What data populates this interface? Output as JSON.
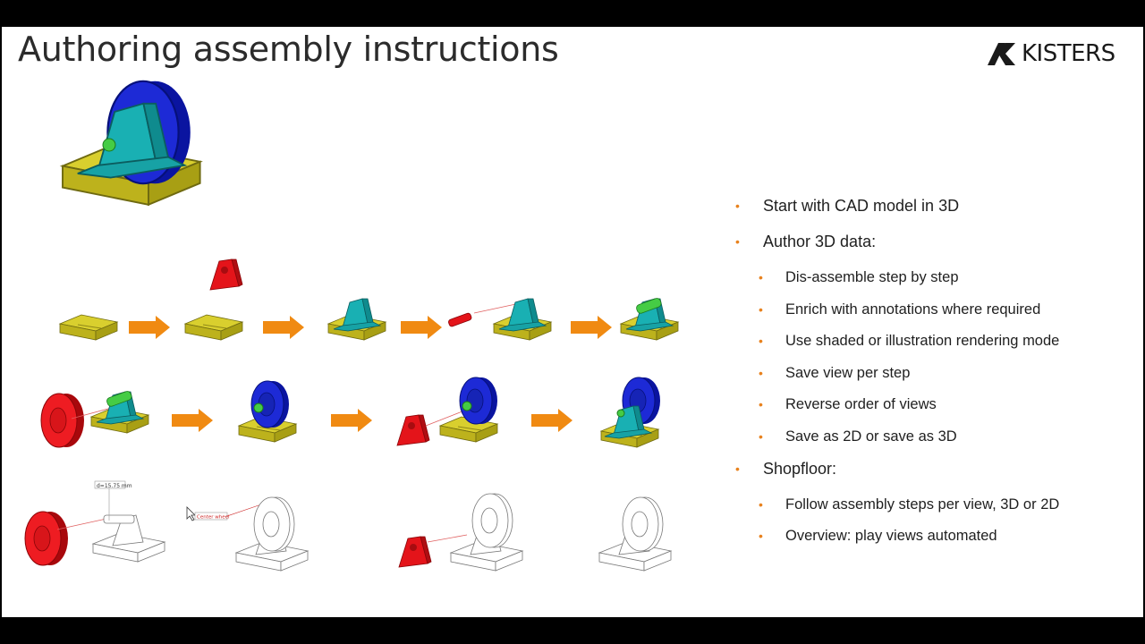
{
  "title": "Authoring assembly instructions",
  "logo": {
    "text": "KISTERS",
    "mark": "kisters-k-mark"
  },
  "bullets": [
    {
      "level": 1,
      "text": "Start with CAD model in 3D"
    },
    {
      "level": 1,
      "text": "Author 3D data:"
    },
    {
      "level": 2,
      "text": "Dis-assemble step by step"
    },
    {
      "level": 2,
      "text": "Enrich with annotations where required"
    },
    {
      "level": 2,
      "text": "Use shaded or illustration rendering mode"
    },
    {
      "level": 2,
      "text": "Save view per step"
    },
    {
      "level": 2,
      "text": "Reverse order of views"
    },
    {
      "level": 2,
      "text": "Save as 2D or save as 3D"
    },
    {
      "level": 1,
      "text": "Shopfloor:"
    },
    {
      "level": 2,
      "text": "Follow assembly steps per view, 3D or 2D"
    },
    {
      "level": 2,
      "text": "Overview: play views automated"
    }
  ],
  "annotations": {
    "dimension": "d=15.75 mm",
    "callout": "Center wheel"
  },
  "colors": {
    "base": "#cfc424",
    "bracket": "#15a3a6",
    "wheel": "#1420c8",
    "axle": "#3dc23d",
    "red_part": "#e4141a",
    "arrow": "#f08a12",
    "bullet": "#e8821e"
  }
}
